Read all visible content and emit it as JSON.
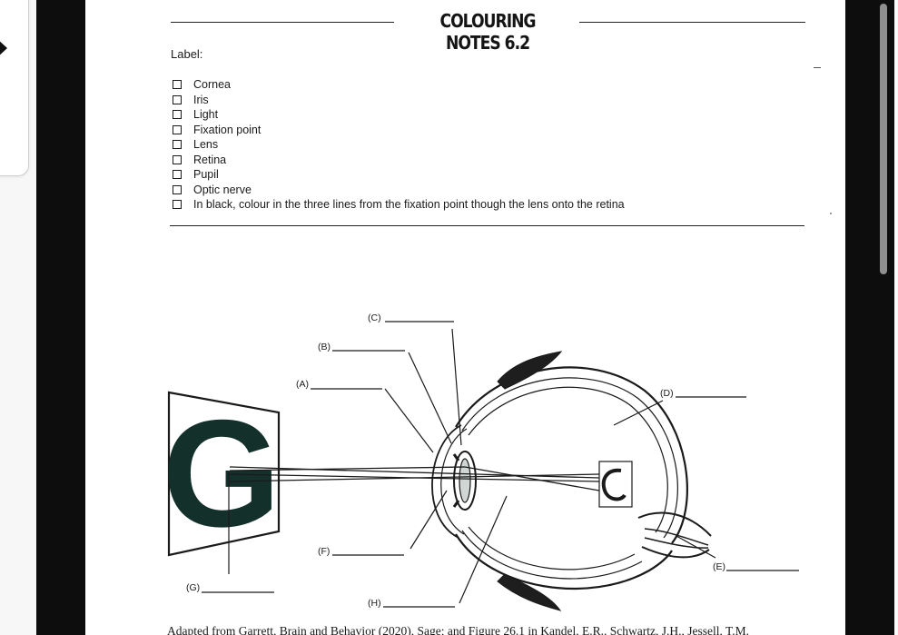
{
  "document": {
    "title": "COLOURING NOTES 6.2",
    "label_heading": "Label:",
    "checklist": [
      "Cornea",
      "Iris",
      "Light",
      "Fixation point",
      "Lens",
      "Retina",
      "Pupil",
      "Optic nerve",
      "In black, colour in the three lines from the fixation point though the lens onto the retina"
    ],
    "diagram": {
      "image_letter": "G",
      "labels": {
        "A": "(A)",
        "B": "(B)",
        "C": "(C)",
        "D": "(D)",
        "E": "(E)",
        "F": "(F)",
        "G": "(G)",
        "H": "(H)"
      }
    },
    "caption": "Adapted from Garrett, Brain and Behavior (2020), Sage; and Figure 26.1 in Kandel, E.R., Schwartz, J.H., Jessell, T.M."
  }
}
